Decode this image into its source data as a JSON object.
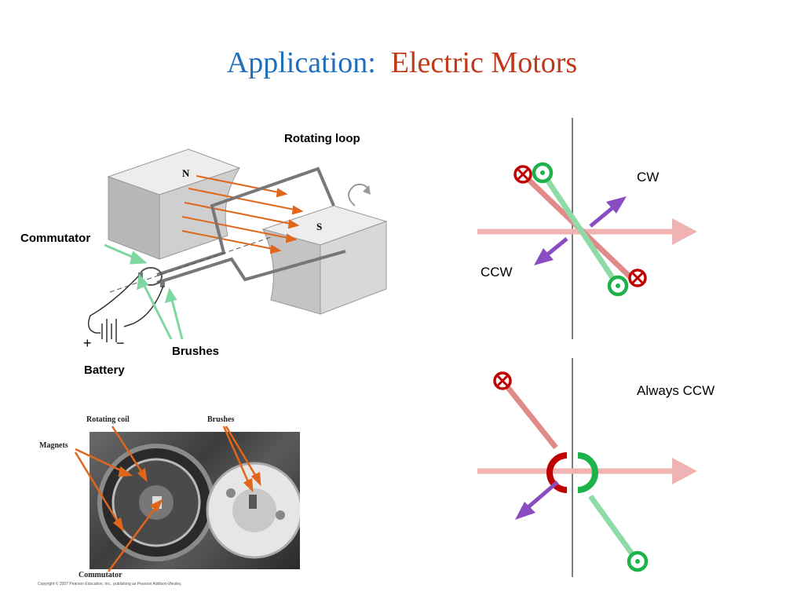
{
  "title": {
    "part1": "Application:",
    "part2": "Electric Motors"
  },
  "motor_diagram": {
    "rotating_loop_label": "Rotating loop",
    "commutator_label": "Commutator",
    "brushes_label": "Brushes",
    "battery_label": "Battery",
    "north_label": "N",
    "south_label": "S",
    "plus_sign": "+",
    "minus_sign": "−"
  },
  "photo": {
    "magnets_label": "Magnets",
    "rotating_coil_label": "Rotating coil",
    "brushes_label": "Brushes",
    "commutator_label": "Commutator",
    "copyright": "Copyright © 2007 Pearson Education, Inc., publishing as Pearson Addison-Wesley."
  },
  "diagram_top": {
    "cw_label": "CW",
    "ccw_label": "CCW"
  },
  "diagram_bottom": {
    "always_ccw_label": "Always CCW"
  },
  "colors": {
    "title_blue": "#1f6fbf",
    "title_red": "#c0391b",
    "field_arrow": "#f0b3b3",
    "wire_red": "#e08a8a",
    "wire_green": "#8edba8",
    "into_page_red": "#c00000",
    "out_of_page_green": "#1db34a",
    "force_purple": "#8a4cc0",
    "pointer_green": "#7ed7a0",
    "pointer_orange": "#e0661c"
  }
}
